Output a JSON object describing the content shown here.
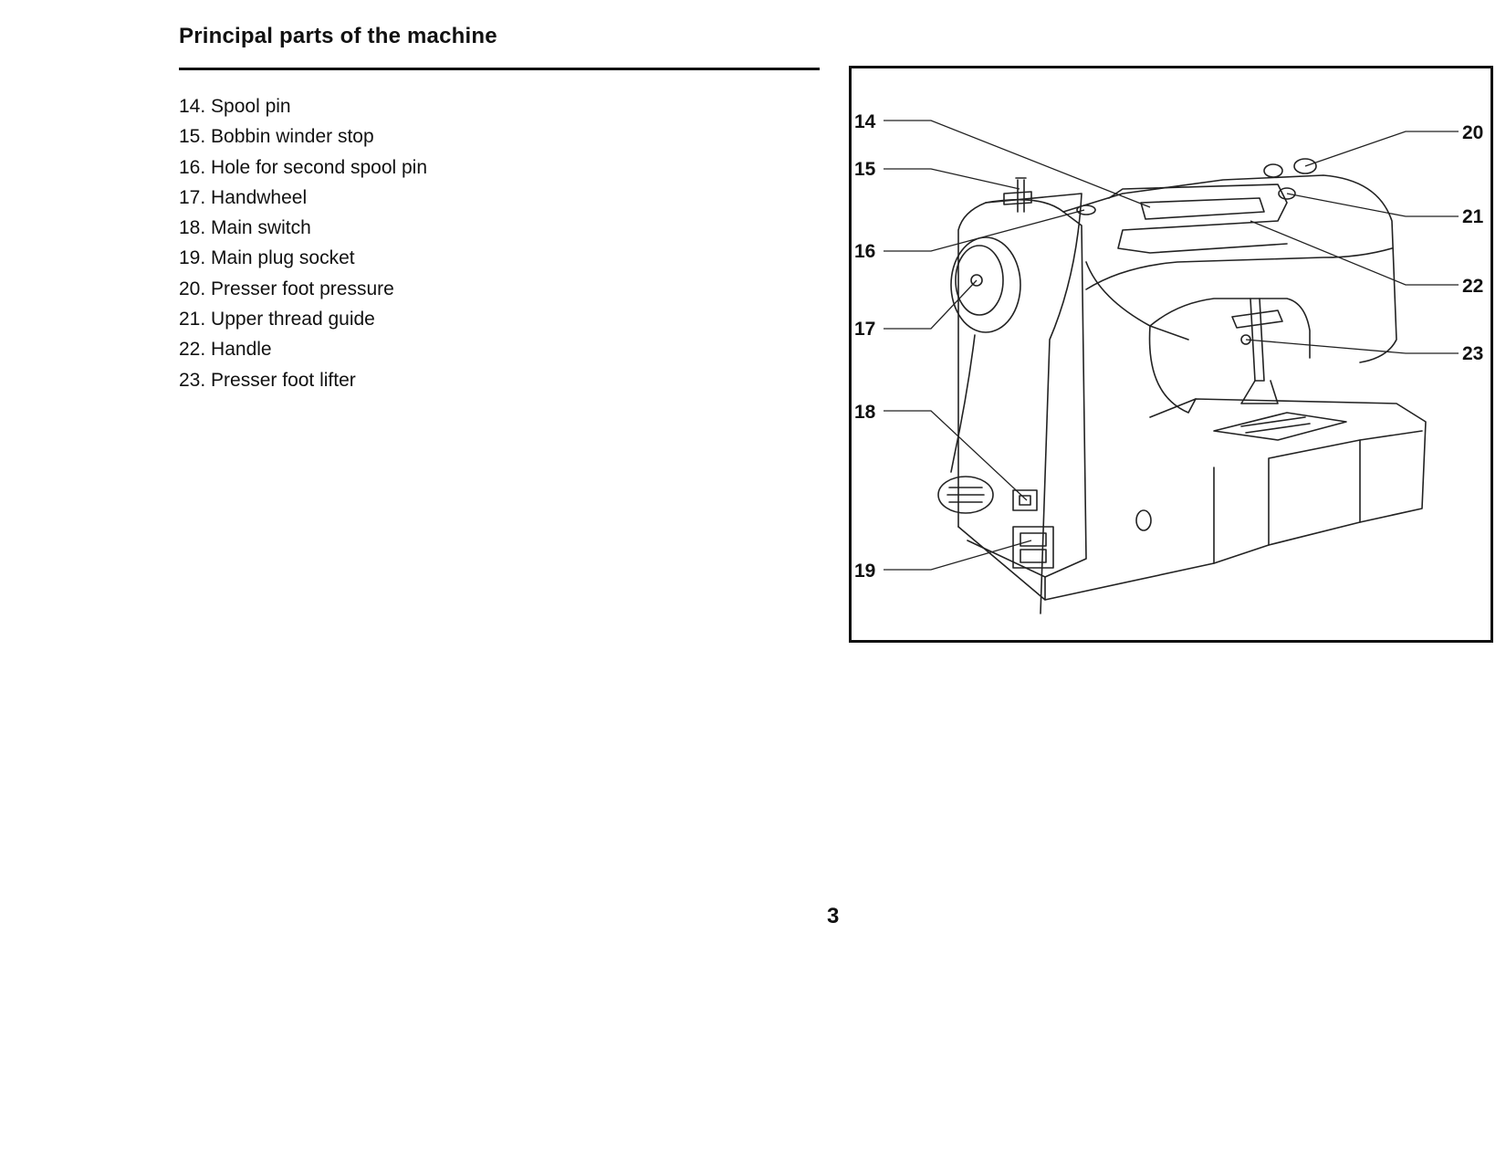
{
  "heading": "Principal parts of the machine",
  "parts": [
    {
      "num": "14.",
      "label": "Spool pin"
    },
    {
      "num": "15.",
      "label": "Bobbin winder stop"
    },
    {
      "num": "16.",
      "label": "Hole for second spool pin"
    },
    {
      "num": "17.",
      "label": "Handwheel"
    },
    {
      "num": "18.",
      "label": "Main switch"
    },
    {
      "num": "19.",
      "label": "Main plug socket"
    },
    {
      "num": "20.",
      "label": "Presser foot pressure"
    },
    {
      "num": "21.",
      "label": "Upper thread guide"
    },
    {
      "num": "22.",
      "label": "Handle"
    },
    {
      "num": "23.",
      "label": "Presser foot lifter"
    }
  ],
  "figure": {
    "callouts": {
      "c14": "14",
      "c15": "15",
      "c16": "16",
      "c17": "17",
      "c18": "18",
      "c19": "19",
      "c20": "20",
      "c21": "21",
      "c22": "22",
      "c23": "23"
    }
  },
  "page_number": "3"
}
